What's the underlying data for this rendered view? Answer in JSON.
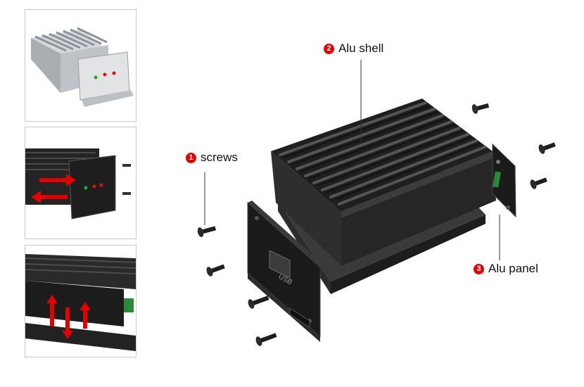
{
  "callouts": [
    {
      "number": "1",
      "label": "screws"
    },
    {
      "number": "2",
      "label": "Alu shell"
    },
    {
      "number": "3",
      "label": "Alu panel"
    }
  ],
  "panel": {
    "port_label": "USB"
  },
  "colors": {
    "badge": "#e00000",
    "metal_dark": "#2b2b2b",
    "metal_light": "#c7cbcf",
    "arrow": "#e00000",
    "led_green": "#22aa22",
    "led_red": "#dd1111"
  },
  "thumbnails": [
    "silver-enclosure-view",
    "panel-slide-view",
    "shell-lift-view"
  ]
}
